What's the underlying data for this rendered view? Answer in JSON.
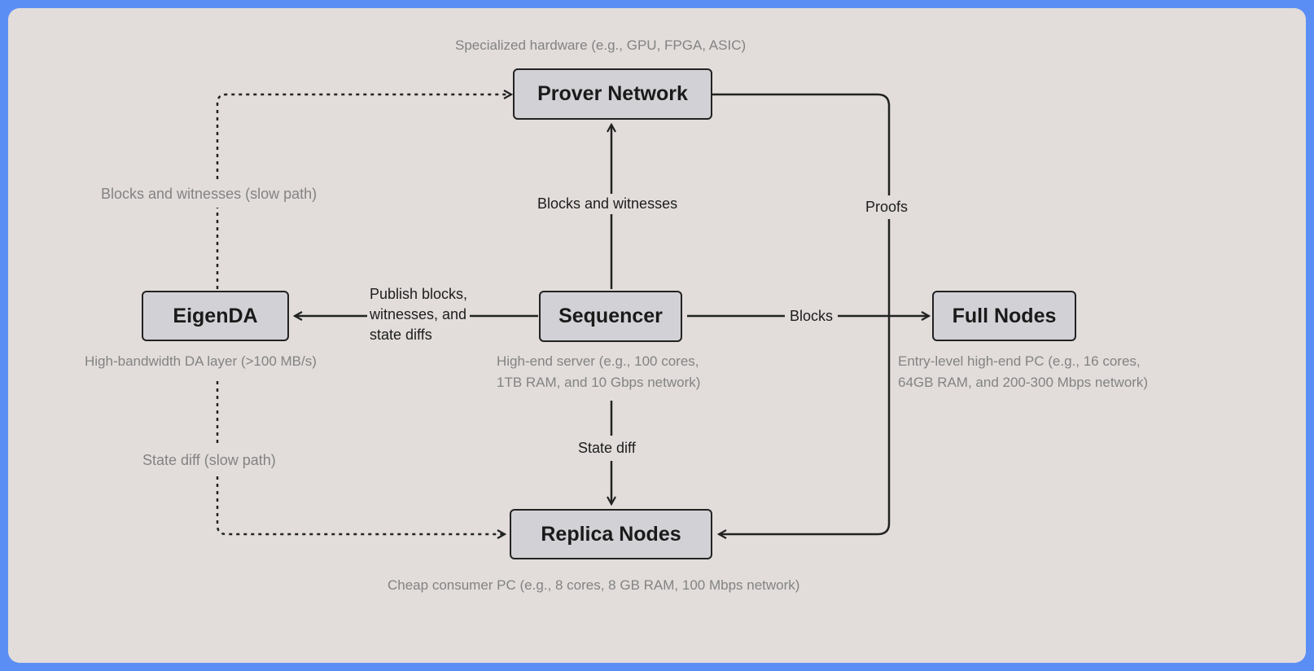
{
  "nodes": {
    "prover": "Prover Network",
    "eigenda": "EigenDA",
    "sequencer": "Sequencer",
    "fullnodes": "Full Nodes",
    "replica": "Replica Nodes"
  },
  "notes": {
    "prover": "Specialized hardware (e.g., GPU, FPGA, ASIC)",
    "eigenda": "High-bandwidth DA layer (>100 MB/s)",
    "sequencer_line1": "High-end server (e.g., 100 cores,",
    "sequencer_line2": "1TB RAM, and 10 Gbps network)",
    "fullnodes_line1": "Entry-level high-end PC (e.g., 16 cores,",
    "fullnodes_line2": "64GB RAM, and 200-300 Mbps network)",
    "replica": "Cheap consumer PC (e.g., 8 cores, 8 GB RAM, 100 Mbps network)"
  },
  "edges": {
    "seq_to_prover": "Blocks and witnesses",
    "eigenda_to_prover": "Blocks and witnesses (slow path)",
    "prover_to_replica": "Proofs",
    "seq_to_eigenda_line1": "Publish blocks,",
    "seq_to_eigenda_line2": "witnesses, and",
    "seq_to_eigenda_line3": "state diffs",
    "seq_to_fullnodes": "Blocks",
    "seq_to_replica": "State diff",
    "eigenda_to_replica": "State diff (slow path)"
  },
  "colors": {
    "frame": "#5b8ef5",
    "background": "#e2dddb",
    "node_fill": "#d2d1d5",
    "stroke": "#222222",
    "note_text": "#838383"
  }
}
